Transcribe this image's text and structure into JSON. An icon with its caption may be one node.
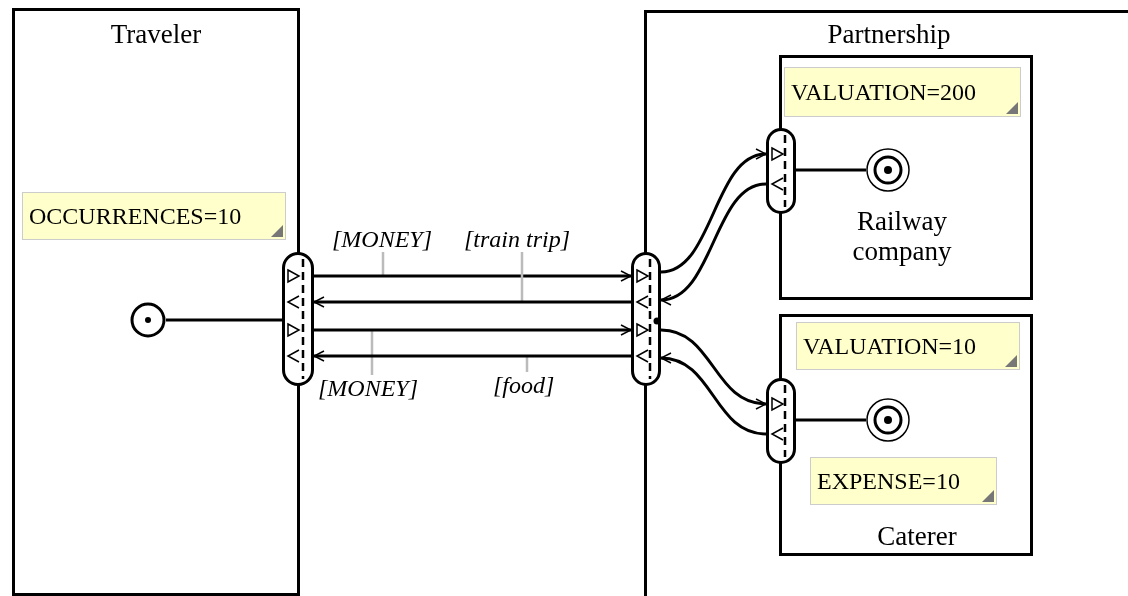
{
  "diagram": {
    "nodes": [
      {
        "text": [
          "Traveler"
        ]
      },
      {
        "text": [
          "OCCURRENCES=10"
        ],
        "in": 0
      },
      {
        "text": [],
        "shape": "circle",
        "in": 0
      },
      {
        "text": [],
        "shape": "bar"
      },
      {
        "text": [
          "Partnership"
        ]
      },
      {
        "text": [
          "Railway company"
        ],
        "in": 4
      },
      {
        "text": [
          "VALUATION=200"
        ],
        "in": 5
      },
      {
        "text": [],
        "shape": "circle",
        "in": 5
      },
      {
        "text": [],
        "shape": "bar",
        "in": 4
      },
      {
        "text": [
          "Caterer"
        ],
        "in": 4
      },
      {
        "text": [
          "VALUATION=10"
        ],
        "in": 9
      },
      {
        "text": [],
        "shape": "circle",
        "in": 9
      },
      {
        "text": [
          "EXPENSE=10"
        ],
        "in": 9
      },
      {
        "text": [],
        "shape": "bar",
        "in": 4
      },
      {
        "text": [],
        "shape": "bar"
      }
    ],
    "edges": [
      {
        "from": 2,
        "to": 3,
        "arrow": "none"
      },
      {
        "from": 3,
        "to": 14,
        "arrow": "to",
        "label": "[MONEY]"
      },
      {
        "from": 14,
        "to": 3,
        "arrow": "to",
        "label": "[train trip]"
      },
      {
        "from": 3,
        "to": 14,
        "arrow": "to",
        "label": "[MONEY]"
      },
      {
        "from": 14,
        "to": 3,
        "arrow": "to",
        "label": "[food]"
      },
      {
        "from": 14,
        "to": 8,
        "arrow": "to"
      },
      {
        "from": 8,
        "to": 14,
        "arrow": "to"
      },
      {
        "from": 14,
        "to": 13,
        "arrow": "to"
      },
      {
        "from": 13,
        "to": 14,
        "arrow": "to"
      },
      {
        "from": 8,
        "to": 7,
        "arrow": "none"
      },
      {
        "from": 13,
        "to": 11,
        "arrow": "none"
      }
    ]
  }
}
